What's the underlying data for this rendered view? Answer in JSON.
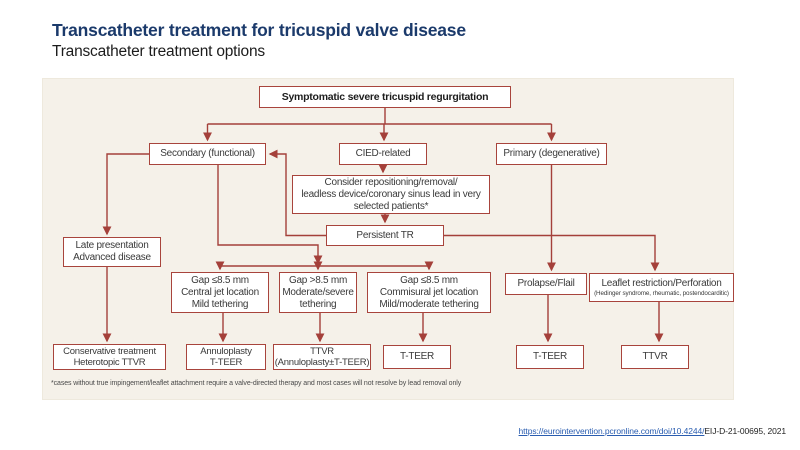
{
  "header": {
    "title": "Transcatheter treatment for tricuspid valve disease",
    "subtitle": "Transcatheter treatment options"
  },
  "flowchart": {
    "nodes": {
      "root": {
        "label": "Symptomatic severe tricuspid regurgitation"
      },
      "secondary": {
        "label": "Secondary (functional)"
      },
      "cied": {
        "label": "CIED-related"
      },
      "primary": {
        "label": "Primary (degenerative)"
      },
      "consider": {
        "label": "Consider repositioning/removal/\nleadless device/coronary sinus lead in very\nselected patients*"
      },
      "persistent": {
        "label": "Persistent TR"
      },
      "late": {
        "label": "Late presentation\nAdvanced disease"
      },
      "gap_central": {
        "label": "Gap ≤8.5 mm\nCentral jet location\nMild tethering"
      },
      "gap_large": {
        "label": "Gap >8.5 mm\nModerate/severe\ntethering"
      },
      "gap_commisural": {
        "label": "Gap ≤8.5 mm\nCommisural jet location\nMild/moderate tethering"
      },
      "prolapse": {
        "label": "Prolapse/Flail"
      },
      "leaflet": {
        "label": "Leaflet restriction/Perforation",
        "sublabel": "(Hedinger syndrome, rheumatic, postendocarditic)"
      },
      "conservative": {
        "label": "Conservative treatment\nHeterotopic TTVR"
      },
      "annuloplasty": {
        "label": "Annuloplasty\nT-TEER"
      },
      "ttvr_combo": {
        "label": "TTVR\n(Annuloplasty±T-TEER)"
      },
      "tteer_a": {
        "label": "T-TEER"
      },
      "tteer_b": {
        "label": "T-TEER"
      },
      "ttvr": {
        "label": "TTVR"
      }
    },
    "footnote": "*cases without true impingement/leaflet attachment require a valve-directed therapy and most cases will not resolve by lead removal only"
  },
  "citation": {
    "link_text": "https://eurointervention.pcronline.com/doi/10.4244/",
    "suffix_text": "EIJ-D-21-00695, 2021"
  },
  "colors": {
    "title_navy": "#1b3a6b",
    "panel_background": "#f5f1e9",
    "box_border_red": "#a8443c",
    "connector_red": "#a4403a",
    "link_blue": "#2a5db0"
  }
}
